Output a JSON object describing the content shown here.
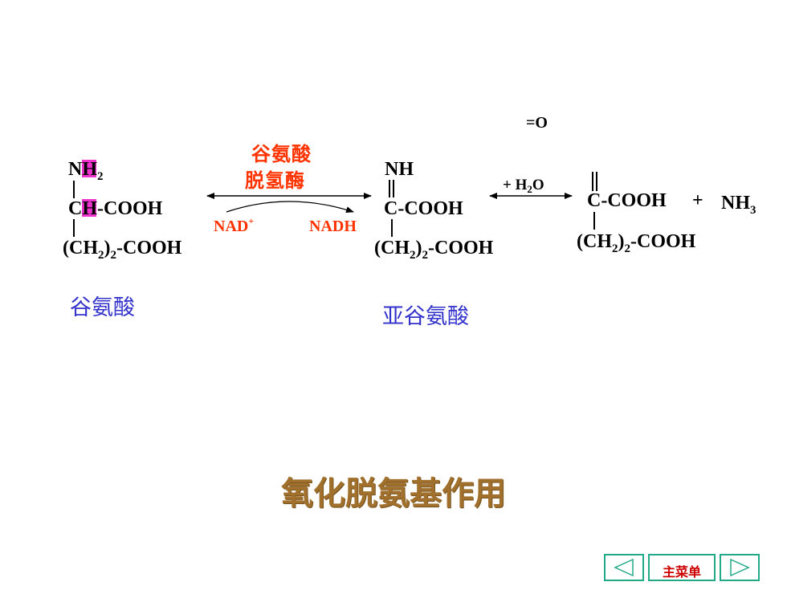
{
  "fragment_top": "=O",
  "glutamate": {
    "nh2_main": "NH",
    "nh2_sub": "2",
    "ch_cooh": "CH-COOH",
    "ch2_open": "(CH",
    "ch2_sub": "2",
    "ch2_close": ")",
    "ch2_sub2": "2",
    "ch2_tail": "-COOH",
    "label": "谷氨酸"
  },
  "enzyme": {
    "line1": "谷氨酸",
    "line2": "脱氢酶",
    "cofactor_in": "NAD",
    "cofactor_in_sup": "+",
    "cofactor_out": "NADH"
  },
  "iminoglutarate": {
    "nh": "NH",
    "c_cooh": "C-COOH",
    "ch2_open": "(CH",
    "ch2_sub": "2",
    "ch2_close": ")",
    "ch2_sub2": "2",
    "ch2_tail": "-COOH",
    "label": "亚谷氨酸"
  },
  "hydrolysis": {
    "plus_h": "+ H",
    "h_sub": "2",
    "o": "O"
  },
  "product": {
    "c_cooh": "C-COOH",
    "plus": "+",
    "nh3_main": "NH",
    "nh3_sub": "3",
    "ch2_open": "(CH",
    "ch2_sub": "2",
    "ch2_close": ")",
    "ch2_sub2": "2",
    "ch2_tail": "-COOH"
  },
  "title": "氧化脱氨基作用",
  "nav": {
    "menu_label": "主菜单"
  },
  "colors": {
    "enzyme_red": "#ff3300",
    "label_blue": "#3333cc",
    "title_brown": "#a0702c",
    "highlight_magenta": "#ee33cc",
    "nav_teal": "#22aa88"
  }
}
